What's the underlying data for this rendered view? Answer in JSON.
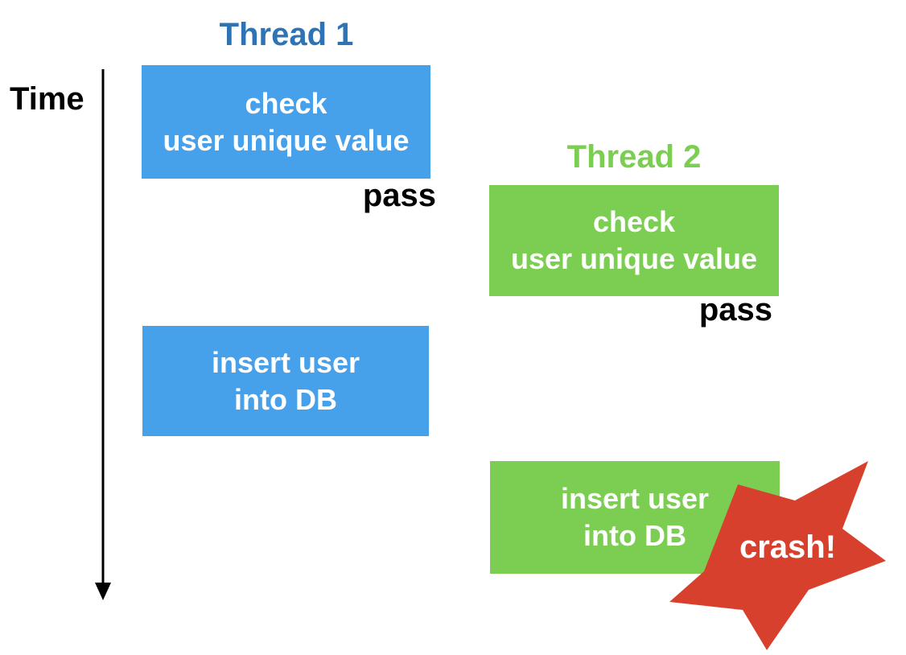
{
  "diagram": {
    "time_label": "Time",
    "thread1": {
      "title": "Thread 1",
      "check_box": {
        "line1": "check",
        "line2": "user unique value"
      },
      "pass_label": "pass",
      "insert_box": {
        "line1": "insert user",
        "line2": "into DB"
      }
    },
    "thread2": {
      "title": "Thread 2",
      "check_box": {
        "line1": "check",
        "line2": "user unique value"
      },
      "pass_label": "pass",
      "insert_box": {
        "line1": "insert user",
        "line2": "into DB"
      }
    },
    "crash_label": "crash!",
    "colors": {
      "thread1_box": "#47A0EA",
      "thread1_title": "#2E74B5",
      "thread2_box": "#7CCE53",
      "crash_star": "#D7402D",
      "box_text": "#FFFFFF",
      "label_text": "#000000",
      "time_axis": "#000000"
    }
  }
}
